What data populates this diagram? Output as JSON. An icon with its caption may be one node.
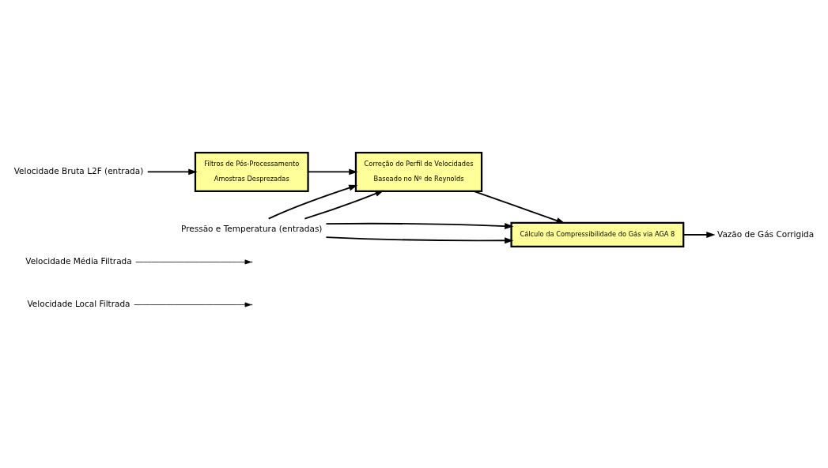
{
  "diagram": {
    "nodes": [
      {
        "text": [
          "Velocidade Local Filtrada"
        ]
      },
      {
        "text": [
          "Velocidade Média Filtrada"
        ]
      },
      {
        "text": [
          "Velocidade Bruta L2F (entrada)"
        ]
      },
      {
        "text": [
          "Filtros de Pós-Processamento",
          "Amostras Desprezadas"
        ]
      },
      {
        "text": [
          "Correção do Perfil de Velocidades",
          "Baseado no Nº de Reynolds"
        ]
      },
      {
        "text": [
          "Cálculo da Compressibilidade do Gás via AGA 8"
        ]
      },
      {
        "text": [
          "Vazão de Gás Corrigida"
        ]
      },
      {
        "text": [
          "Pressão e Temperatura (entradas)"
        ]
      }
    ],
    "edges": [
      {
        "from": 2,
        "to": 3,
        "arrow": "to"
      },
      {
        "from": 3,
        "to": 4,
        "arrow": "to"
      },
      {
        "from": 4,
        "to": 5,
        "arrow": "to"
      },
      {
        "from": 5,
        "to": 6,
        "arrow": "to"
      },
      {
        "from": 0,
        "to": null,
        "arrow": "to"
      },
      {
        "from": 1,
        "to": null,
        "arrow": "to"
      },
      {
        "from": 7,
        "to": 4,
        "arrow": "to"
      },
      {
        "from": 7,
        "to": 4,
        "arrow": "to"
      },
      {
        "from": 7,
        "to": 5,
        "arrow": "to"
      },
      {
        "from": 7,
        "to": 5,
        "arrow": "to"
      }
    ]
  }
}
